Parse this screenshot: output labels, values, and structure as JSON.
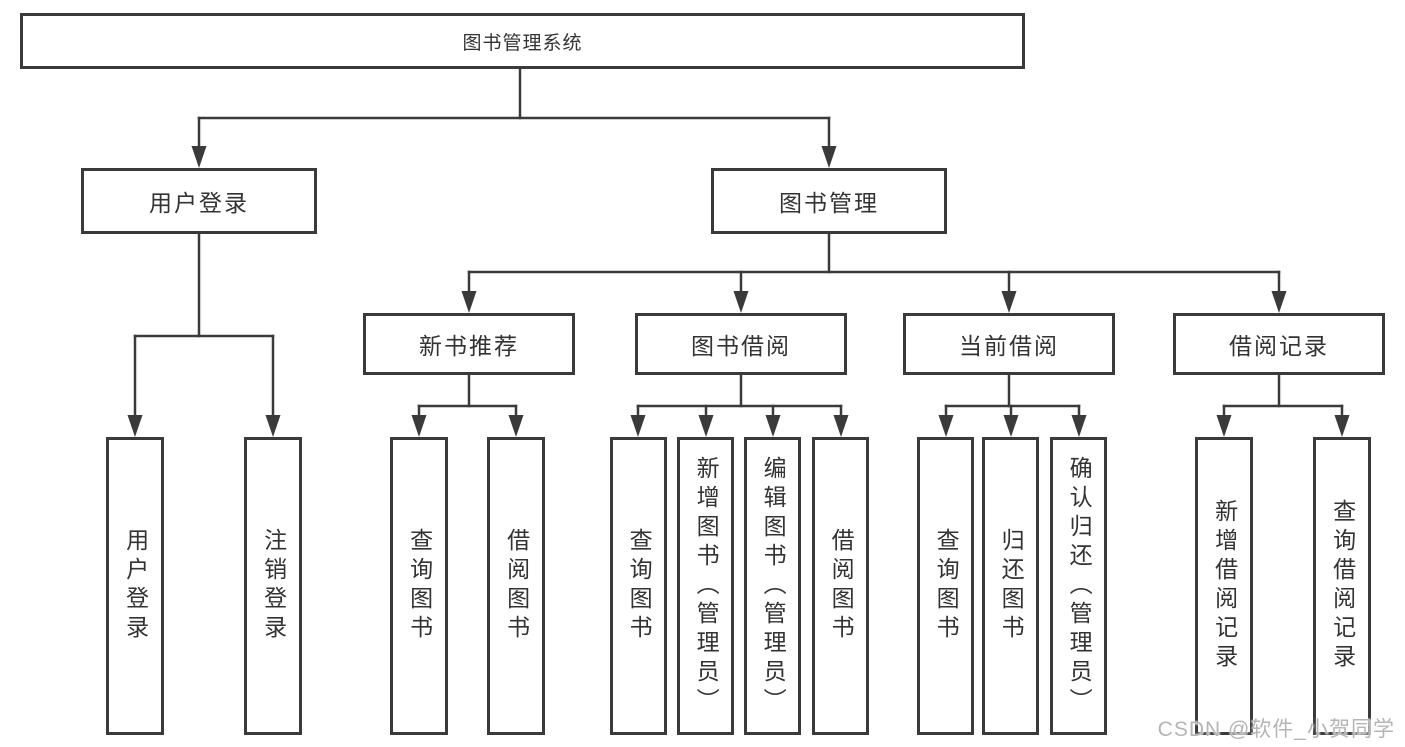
{
  "diagram": {
    "root": {
      "label": "图书管理系统"
    },
    "branches": [
      {
        "label": "用户登录",
        "children": [
          {
            "label": "用户登录"
          },
          {
            "label": "注销登录"
          }
        ]
      },
      {
        "label": "图书管理",
        "children": [
          {
            "label": "新书推荐",
            "children": [
              {
                "label": "查询图书"
              },
              {
                "label": "借阅图书"
              }
            ]
          },
          {
            "label": "图书借阅",
            "children": [
              {
                "label": "查询图书"
              },
              {
                "label": "新增图书（管理员）"
              },
              {
                "label": "编辑图书（管理员）"
              },
              {
                "label": "借阅图书"
              }
            ]
          },
          {
            "label": "当前借阅",
            "children": [
              {
                "label": "查询图书"
              },
              {
                "label": "归还图书"
              },
              {
                "label": "确认归还（管理员）"
              }
            ]
          },
          {
            "label": "借阅记录",
            "children": [
              {
                "label": "新增借阅记录"
              },
              {
                "label": "查询借阅记录"
              }
            ]
          }
        ]
      }
    ]
  },
  "watermark": "CSDN @软件_小贺同学",
  "colors": {
    "line": "#3a3a3a",
    "box_border": "#3a3a3a",
    "text": "#333333",
    "background": "#ffffff",
    "watermark": "#b5b5b5"
  }
}
